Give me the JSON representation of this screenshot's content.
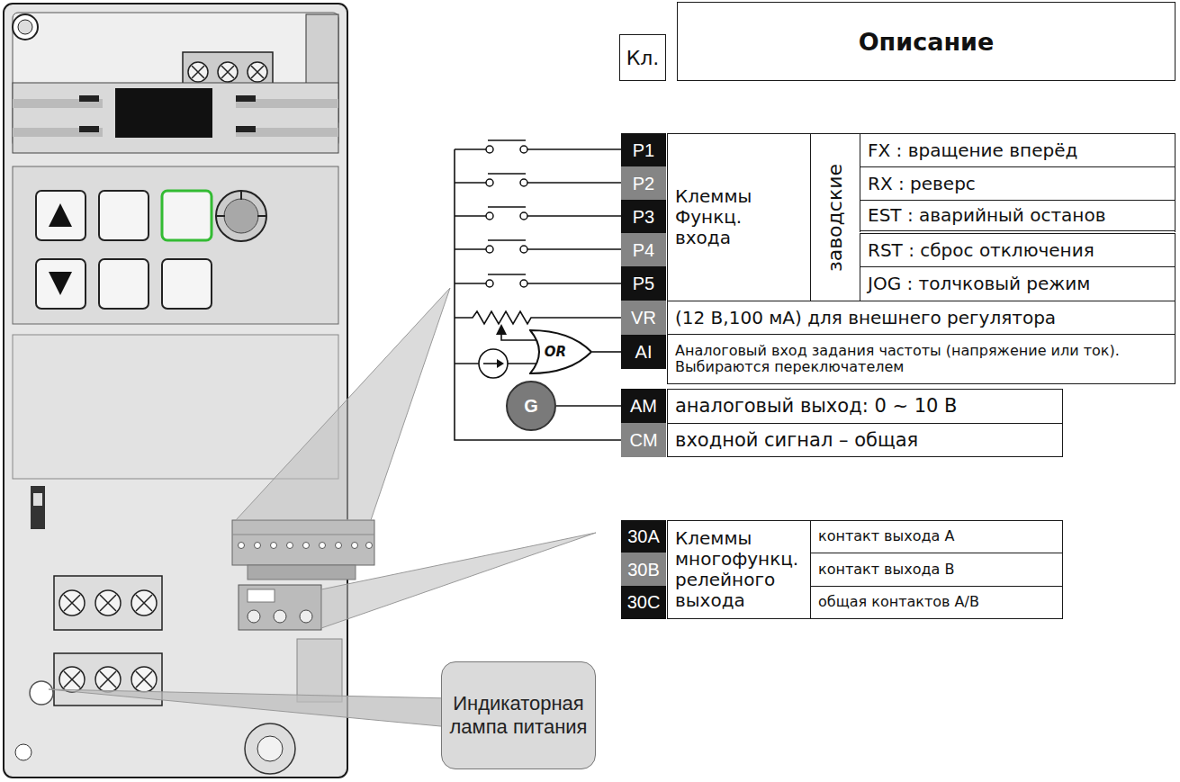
{
  "diagram": {
    "nodes": [
      {
        "text": [
          "Кл."
        ]
      },
      {
        "text": [
          "Описание"
        ]
      },
      {
        "text": [
          "P1"
        ]
      },
      {
        "text": [
          "P2"
        ]
      },
      {
        "text": [
          "P3"
        ]
      },
      {
        "text": [
          "P4"
        ]
      },
      {
        "text": [
          "P5"
        ]
      },
      {
        "text": [
          "Клеммы Функц. входа"
        ]
      },
      {
        "text": [
          "заводские"
        ]
      },
      {
        "text": [
          "FX : вращение вперёд"
        ]
      },
      {
        "text": [
          "RX : реверс"
        ]
      },
      {
        "text": [
          "EST : аварийный останов"
        ]
      },
      {
        "text": [
          "RST : сброс отключения"
        ]
      },
      {
        "text": [
          "JOG : толчковый режим"
        ]
      },
      {
        "text": [
          "VR"
        ]
      },
      {
        "text": [
          "(12 В,100 мА) для внешнего регулятора"
        ]
      },
      {
        "text": [
          "AI"
        ]
      },
      {
        "text": [
          "Аналоговый вход задания частоты (напряжение или ток). Выбираются переключателем"
        ]
      },
      {
        "text": [
          "AM"
        ]
      },
      {
        "text": [
          "аналоговый выход: 0 ~ 10 В"
        ]
      },
      {
        "text": [
          "CM"
        ]
      },
      {
        "text": [
          "входной сигнал – общая"
        ]
      },
      {
        "text": [
          "30A"
        ]
      },
      {
        "text": [
          "30B"
        ]
      },
      {
        "text": [
          "30C"
        ]
      },
      {
        "text": [
          "Клеммы многофункц. релейного выхода"
        ]
      },
      {
        "text": [
          "контакт выхода A"
        ]
      },
      {
        "text": [
          "контакт выхода B"
        ]
      },
      {
        "text": [
          "общая контактов A/B"
        ]
      },
      {
        "text": [
          "OR"
        ]
      },
      {
        "text": [
          "G"
        ]
      },
      {
        "text": [
          "Индикаторная лампа питания"
        ]
      }
    ],
    "edges": [
      {
        "from": 30,
        "to": 18,
        "arrow": "none"
      },
      {
        "from": 29,
        "to": 16,
        "arrow": "none"
      }
    ]
  }
}
